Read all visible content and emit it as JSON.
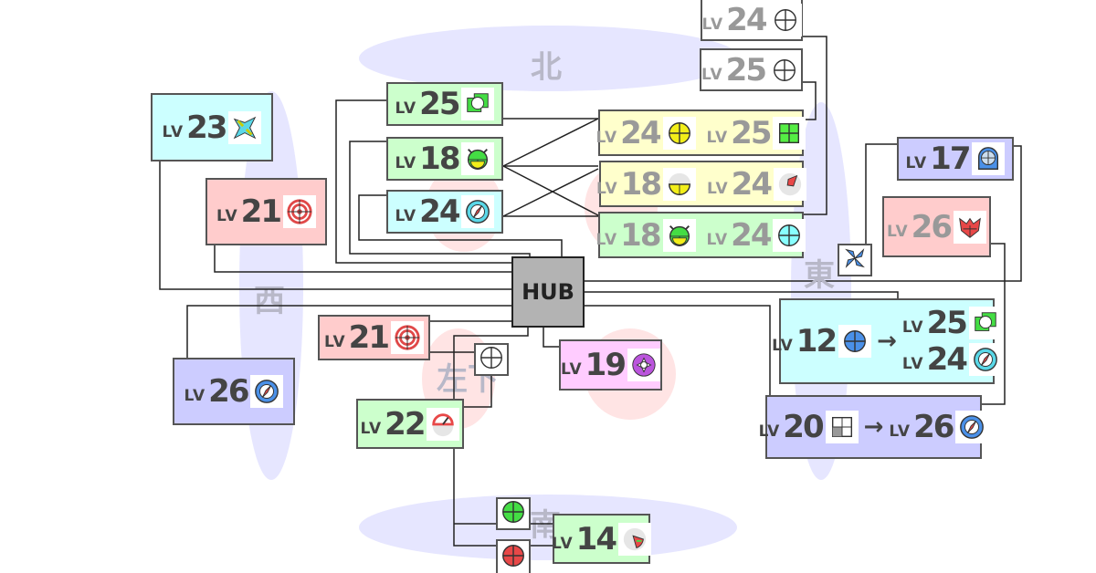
{
  "regions": {
    "north": "北",
    "west": "西",
    "east": "東",
    "south": "南",
    "lower_left": "左下"
  },
  "hub": {
    "label": "HUB"
  },
  "nodes": [
    {
      "id": "n23",
      "bg": "#ccffff",
      "entries": [
        {
          "lv": "LV",
          "num": "23",
          "icon": "star-shard",
          "color": "#5ad8e8"
        }
      ]
    },
    {
      "id": "n21a",
      "bg": "#ffcccc",
      "entries": [
        {
          "lv": "LV",
          "num": "21",
          "icon": "target",
          "color": "#e04848"
        }
      ]
    },
    {
      "id": "n25g",
      "bg": "#ccffcc",
      "entries": [
        {
          "lv": "LV",
          "num": "25",
          "icon": "squares",
          "color": "#44dd44"
        }
      ]
    },
    {
      "id": "n18g",
      "bg": "#ccffcc",
      "entries": [
        {
          "lv": "LV",
          "num": "18",
          "icon": "cat-face",
          "color": "#44dd44"
        }
      ]
    },
    {
      "id": "n24c",
      "bg": "#ccffff",
      "entries": [
        {
          "lv": "LV",
          "num": "24",
          "icon": "compass",
          "color": "#5ad8e8"
        }
      ]
    },
    {
      "id": "ng24",
      "bg": "#ffffff",
      "dim": true,
      "entries": [
        {
          "lv": "LV",
          "num": "24",
          "icon": "crosshair",
          "color": "#ffffff"
        }
      ]
    },
    {
      "id": "ng25",
      "bg": "#ffffff",
      "dim": true,
      "entries": [
        {
          "lv": "LV",
          "num": "25",
          "icon": "crosshair",
          "color": "#ffffff"
        }
      ]
    },
    {
      "id": "ny1",
      "bg": "#ffffcc",
      "dim": true,
      "entries": [
        {
          "lv": "LV",
          "num": "24",
          "icon": "crosshair",
          "color": "#f2ee1a"
        },
        {
          "lv": "LV",
          "num": "25",
          "icon": "grid-square",
          "color": "#55ee44"
        }
      ]
    },
    {
      "id": "ny2",
      "bg": "#ffffcc",
      "dim": true,
      "entries": [
        {
          "lv": "LV",
          "num": "18",
          "icon": "half-circle",
          "color": "#f2ee1a"
        },
        {
          "lv": "LV",
          "num": "24",
          "icon": "shard",
          "color": "#e84848"
        }
      ]
    },
    {
      "id": "ngw",
      "bg": "#ccffcc",
      "dim": true,
      "entries": [
        {
          "lv": "LV",
          "num": "18",
          "icon": "cat-face",
          "color": "#44dd44"
        },
        {
          "lv": "LV",
          "num": "24",
          "icon": "crosshair",
          "color": "#88ffff"
        }
      ]
    },
    {
      "id": "n17",
      "bg": "#ccccff",
      "entries": [
        {
          "lv": "LV",
          "num": "17",
          "icon": "globe",
          "color": "#4a90e8"
        }
      ]
    },
    {
      "id": "n26p",
      "bg": "#ffcccc",
      "dim": true,
      "entries": [
        {
          "lv": "LV",
          "num": "26",
          "icon": "fox-face",
          "color": "#e84848"
        }
      ]
    },
    {
      "id": "n21b",
      "bg": "#ffcccc",
      "entries": [
        {
          "lv": "LV",
          "num": "21",
          "icon": "target",
          "color": "#e04848"
        }
      ]
    },
    {
      "id": "n19",
      "bg": "#ffccff",
      "entries": [
        {
          "lv": "LV",
          "num": "19",
          "icon": "flower",
          "color": "#bb55dd"
        }
      ]
    },
    {
      "id": "n26l",
      "bg": "#ccccff",
      "entries": [
        {
          "lv": "LV",
          "num": "26",
          "icon": "compass",
          "color": "#4a90e8"
        }
      ]
    },
    {
      "id": "n22",
      "bg": "#ccffcc",
      "entries": [
        {
          "lv": "LV",
          "num": "22",
          "icon": "gauge",
          "color": "#44dd44"
        }
      ]
    },
    {
      "id": "n14",
      "bg": "#ccffcc",
      "entries": [
        {
          "lv": "LV",
          "num": "14",
          "icon": "slice",
          "color": "#e84848"
        }
      ]
    }
  ],
  "upgrades": [
    {
      "id": "n12",
      "bg": "#ccffff",
      "from": {
        "lv": "LV",
        "num": "12",
        "icon": "crosshair",
        "color": "#4a90e8"
      },
      "arrow": "→",
      "to": [
        {
          "lv": "LV",
          "num": "25",
          "icon": "squares",
          "color": "#44dd44"
        },
        {
          "lv": "LV",
          "num": "24",
          "icon": "compass",
          "color": "#5ad8e8"
        }
      ]
    },
    {
      "id": "n20",
      "bg": "#ccccff",
      "from": {
        "lv": "LV",
        "num": "20",
        "icon": "quarter",
        "color": "#999999"
      },
      "arrow": "→",
      "to": [
        {
          "lv": "LV",
          "num": "26",
          "icon": "compass",
          "color": "#4a90e8"
        }
      ]
    }
  ],
  "small_items": [
    {
      "id": "s-windmill",
      "icon": "windmill",
      "color": "#4a90e8"
    },
    {
      "id": "s-cross",
      "icon": "crosshair",
      "color": "#ffffff"
    },
    {
      "id": "s-green",
      "icon": "crosshair",
      "color": "#44dd44"
    },
    {
      "id": "s-red",
      "icon": "crosshair",
      "color": "#e84848"
    }
  ]
}
